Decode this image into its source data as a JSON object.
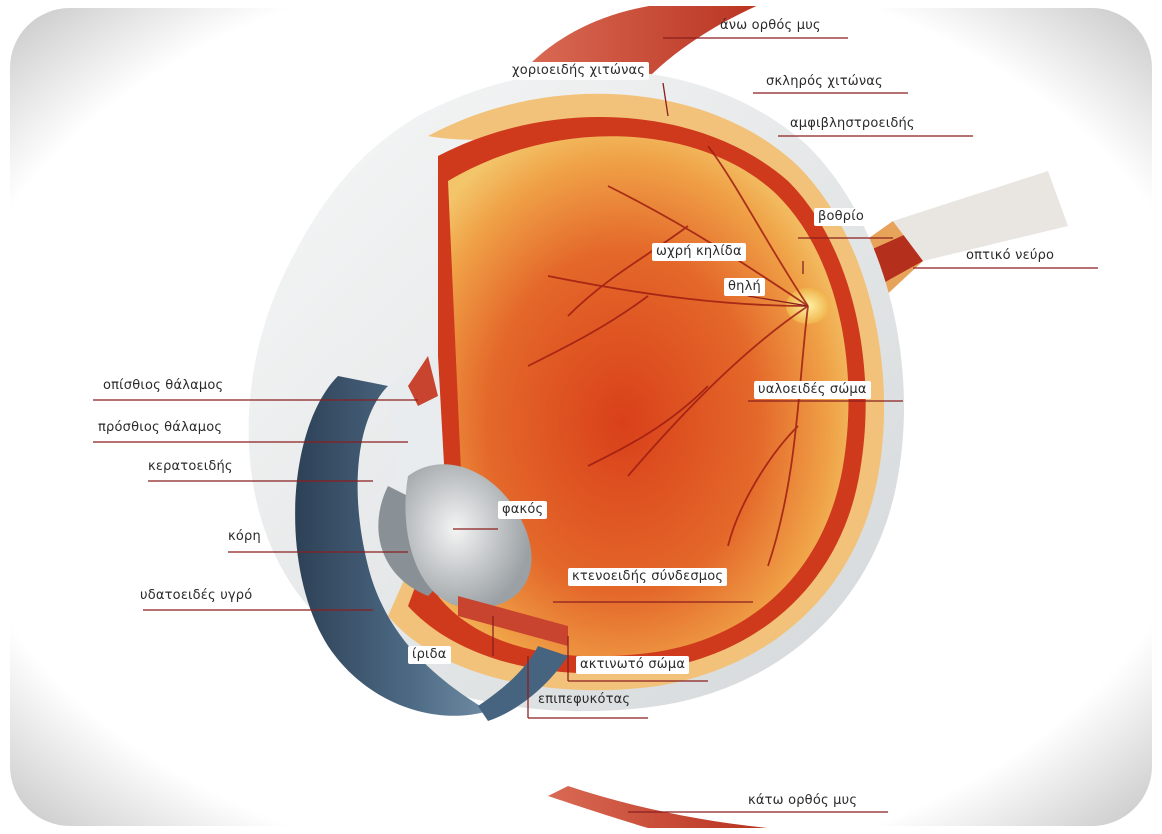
{
  "diagram": {
    "labels": {
      "superior_rectus": "άνω ορθός μυς",
      "choroid": "χοριοειδής χιτώνας",
      "sclera": "σκληρός χιτώνας",
      "retina": "αμφιβληστροειδής",
      "fovea": "βοθρίο",
      "macula": "ωχρή κηλίδα",
      "optic_nerve": "οπτικό νεύρο",
      "optic_disc": "θηλή",
      "vitreous_body": "υαλοειδές σώμα",
      "posterior_chamber": "οπίσθιος θάλαμος",
      "anterior_chamber": "πρόσθιος θάλαμος",
      "cornea": "κερατοειδής",
      "pupil": "κόρη",
      "aqueous_humor": "υδατοειδές υγρό",
      "lens": "φακός",
      "suspensory_ligament": "κτενοειδής σύνδεσμος",
      "iris": "ίριδα",
      "ciliary_body": "ακτινωτό σώμα",
      "conjunctiva": "επιπεφυκότας",
      "inferior_rectus": "κάτω ορθός μυς"
    },
    "colors": {
      "retina_red": "#d9361a",
      "vitreous_orange": "#e8732a",
      "sclera_white": "#eef0ef",
      "cornea_blue": "#3f5a72",
      "muscle_red": "#c8442e",
      "leader_line": "#8a1f1f"
    }
  }
}
